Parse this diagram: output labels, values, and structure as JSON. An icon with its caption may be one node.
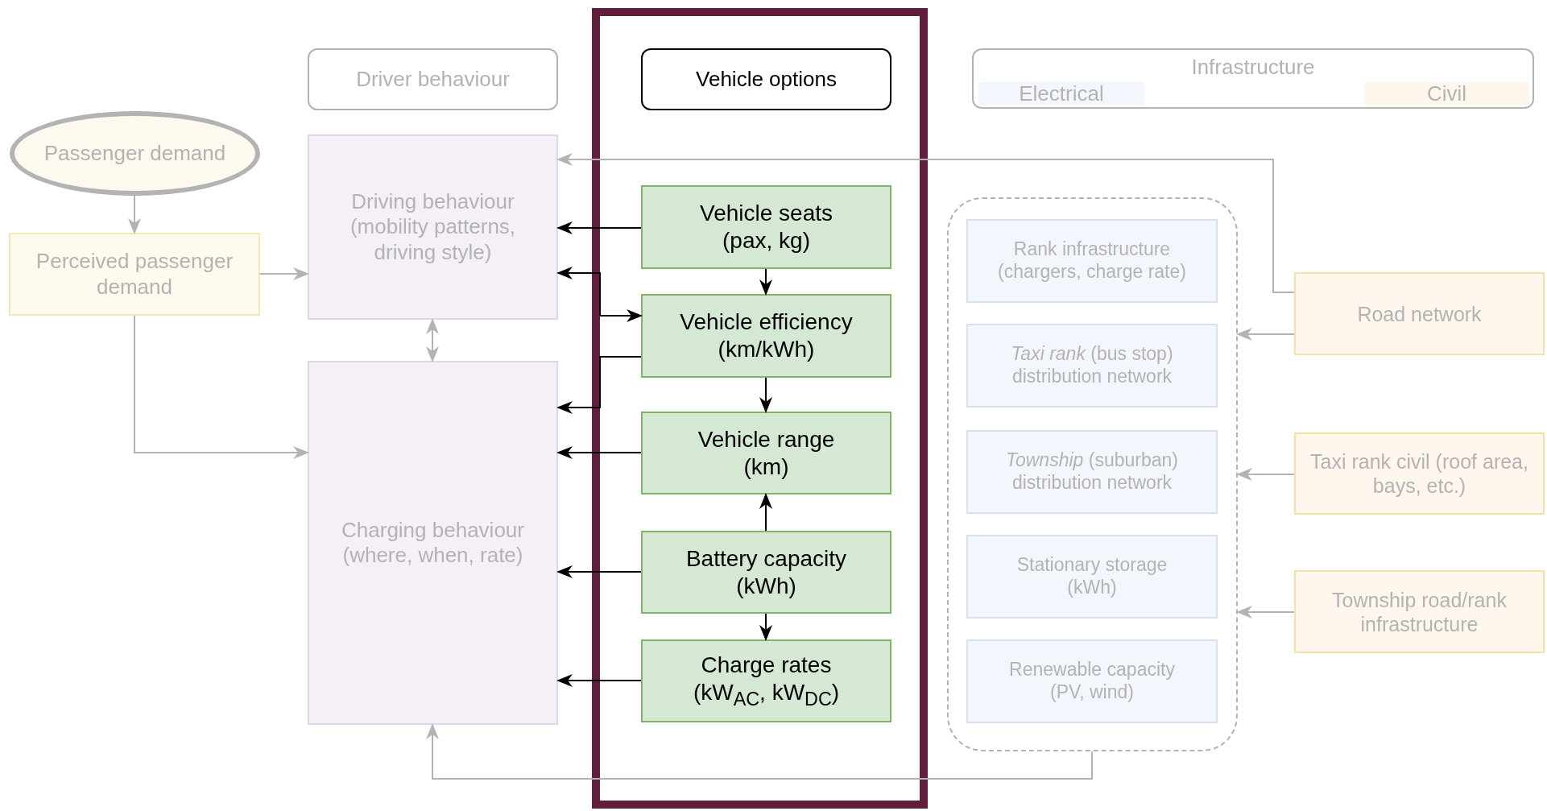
{
  "diagram": {
    "nodes": [
      {
        "text": [
          "Passenger demand"
        ]
      },
      {
        "text": [
          "Perceived passenger demand"
        ]
      },
      {
        "text": [
          "Driver behaviour"
        ]
      },
      {
        "text": [
          "Driving behaviour (mobility patterns, driving style)"
        ]
      },
      {
        "text": [
          "Charging behaviour (where, when, rate)"
        ]
      },
      {
        "text": [],
        "shape": "box"
      },
      {
        "text": [
          "Vehicle options"
        ],
        "in": 5
      },
      {
        "text": [
          "Vehicle seats (pax, kg)"
        ],
        "in": 5
      },
      {
        "text": [
          "Vehicle efficiency (km/kWh)"
        ],
        "in": 5
      },
      {
        "text": [
          "Vehicle range (km)"
        ],
        "in": 5
      },
      {
        "text": [
          "Battery capacity (kWh)"
        ],
        "in": 5
      },
      {
        "text": [
          "Charge rates (kW$_{AC}$, kW$_{DC}$)"
        ],
        "in": 5
      },
      {
        "text": [
          "Infrastructure"
        ]
      },
      {
        "text": [
          "Electrical"
        ],
        "in": 12
      },
      {
        "text": [
          "Civil"
        ],
        "in": 12
      },
      {
        "text": [],
        "shape": "box"
      },
      {
        "text": [
          "Rank infrastructure (chargers, charge rate)"
        ],
        "in": 15
      },
      {
        "text": [
          "*Taxi rank* (bus stop) distribution network"
        ],
        "in": 15
      },
      {
        "text": [
          "*Township* (suburban) distribution network"
        ],
        "in": 15
      },
      {
        "text": [
          "Stationary storage (kWh)"
        ],
        "in": 15
      },
      {
        "text": [
          "Renewable capacity (PV, wind)"
        ],
        "in": 15
      },
      {
        "text": [
          "Road network"
        ]
      },
      {
        "text": [
          "Taxi rank civil (roof area, bays, etc.)"
        ]
      },
      {
        "text": [
          "Township road/rank infrastructure"
        ]
      }
    ],
    "edges": [
      {
        "from": 0,
        "to": 1,
        "arrow": "to",
        "color": "#b3b3b3"
      },
      {
        "from": 1,
        "to": 3,
        "arrow": "to",
        "color": "#b3b3b3"
      },
      {
        "from": 1,
        "to": 4,
        "arrow": "to",
        "color": "#b3b3b3"
      },
      {
        "from": 3,
        "to": 4,
        "arrow": "both",
        "color": "#b3b3b3"
      },
      {
        "from": 21,
        "to": 3,
        "arrow": "to",
        "color": "#b3b3b3"
      },
      {
        "from": 7,
        "to": 3,
        "arrow": "to"
      },
      {
        "from": 3,
        "to": 8,
        "arrow": "both"
      },
      {
        "from": 8,
        "to": 4,
        "arrow": "to"
      },
      {
        "from": 9,
        "to": 4,
        "arrow": "to"
      },
      {
        "from": 10,
        "to": 4,
        "arrow": "to"
      },
      {
        "from": 11,
        "to": 4,
        "arrow": "to"
      },
      {
        "from": 7,
        "to": 8,
        "arrow": "to"
      },
      {
        "from": 8,
        "to": 9,
        "arrow": "to"
      },
      {
        "from": 10,
        "to": 9,
        "arrow": "to"
      },
      {
        "from": 10,
        "to": 11,
        "arrow": "to"
      },
      {
        "from": 15,
        "to": 4,
        "arrow": "to",
        "color": "#b3b3b3"
      },
      {
        "from": 21,
        "to": 15,
        "arrow": "to",
        "color": "#b3b3b3"
      },
      {
        "from": 22,
        "to": 15,
        "arrow": "to",
        "color": "#b3b3b3"
      },
      {
        "from": 23,
        "to": 15,
        "arrow": "to",
        "color": "#b3b3b3"
      }
    ]
  }
}
